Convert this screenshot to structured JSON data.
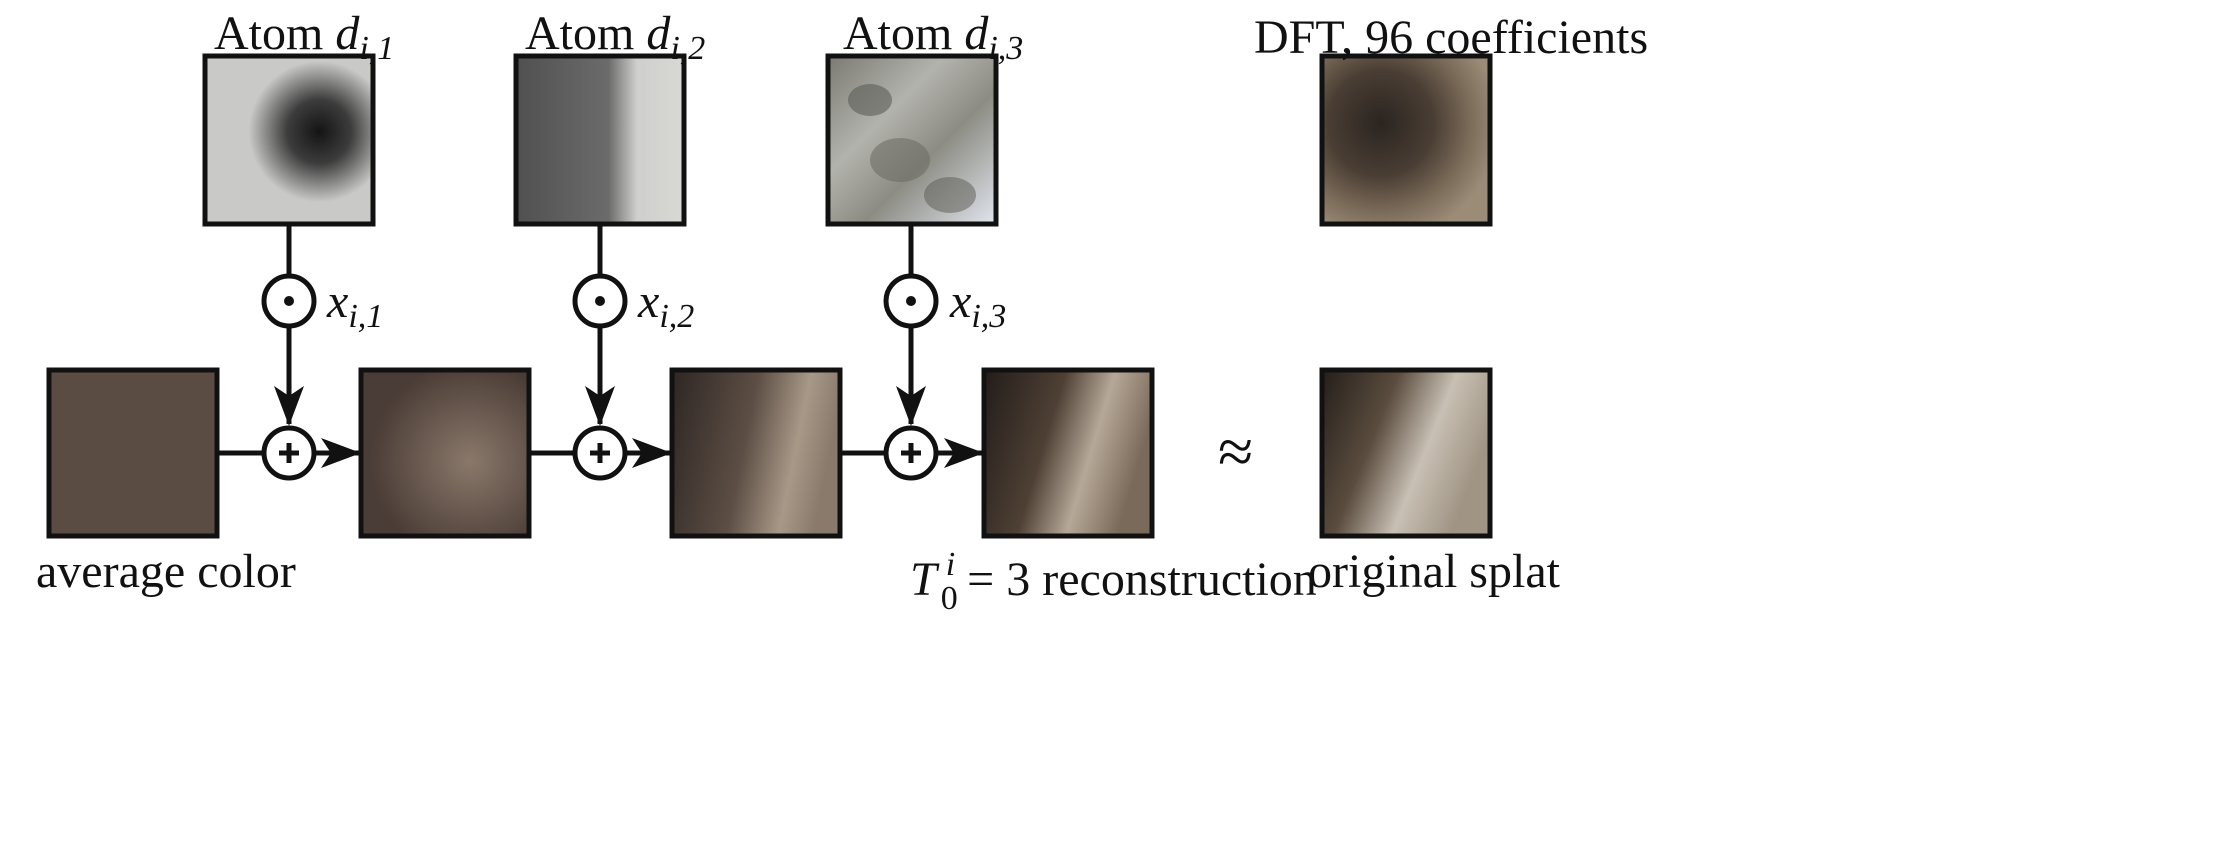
{
  "atoms": [
    {
      "prefix": "Atom",
      "symbol": "d",
      "index": "i,1"
    },
    {
      "prefix": "Atom",
      "symbol": "d",
      "index": "i,2"
    },
    {
      "prefix": "Atom",
      "symbol": "d",
      "index": "i,3"
    }
  ],
  "coefficients": [
    {
      "symbol": "x",
      "index": "i,1"
    },
    {
      "symbol": "x",
      "index": "i,2"
    },
    {
      "symbol": "x",
      "index": "i,3"
    }
  ],
  "labels": {
    "dft": "DFT, 96 coefficients",
    "average_color": "average color",
    "reconstruction_symbol": "T",
    "reconstruction_sub": "0",
    "reconstruction_sup": "i",
    "reconstruction_text": "= 3 reconstruction",
    "original": "original splat",
    "approx": "≈"
  },
  "operators": {
    "multiply": "⊙",
    "add": "+"
  },
  "colors": {
    "stroke": "#111111",
    "avg_color": "#5a4c42"
  }
}
